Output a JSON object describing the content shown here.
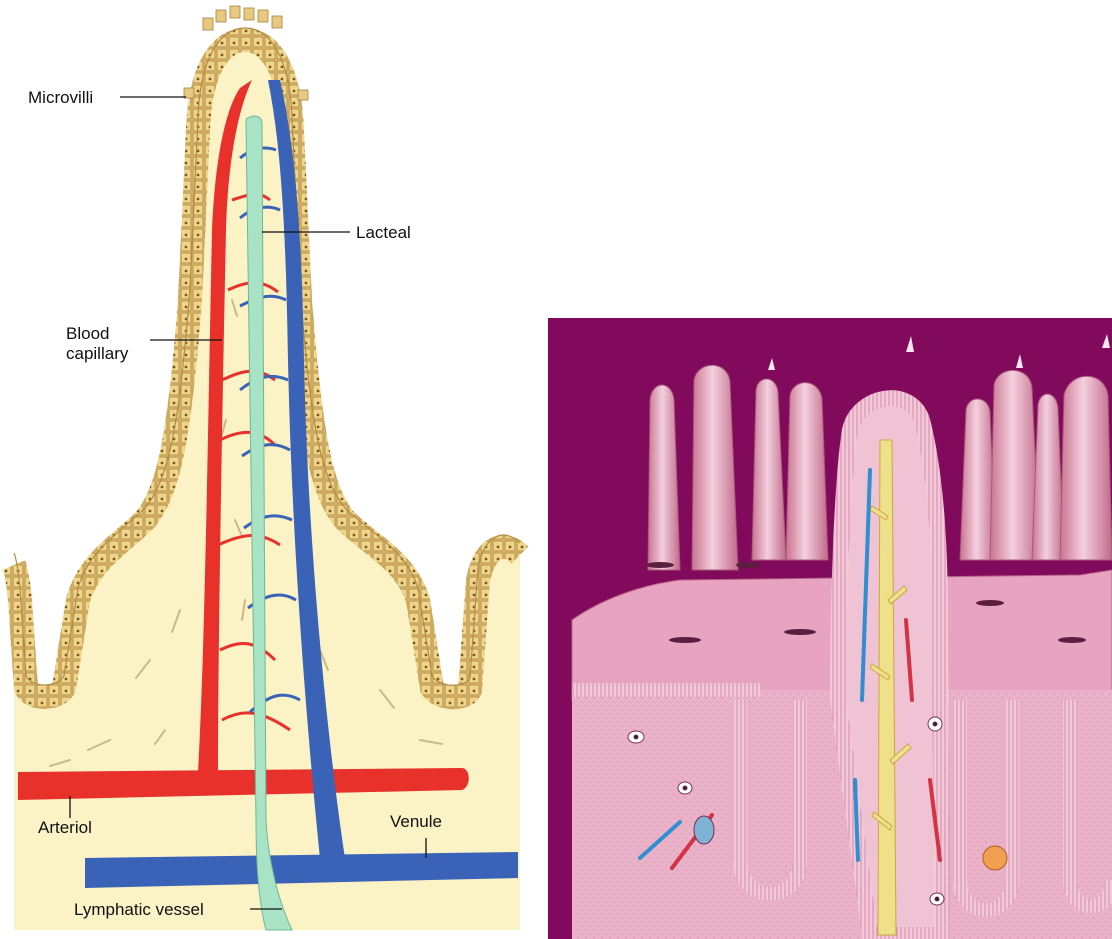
{
  "labels": {
    "microvilli": "Microvilli",
    "lacteal": "Lacteal",
    "blood_capillary_line1": "Blood",
    "blood_capillary_line2": "capillary",
    "arteriol": "Arteriol",
    "venule": "Venule",
    "lymphatic_vessel": "Lymphatic vessel"
  },
  "colors": {
    "epithelium": "#d9b46a",
    "epithelium_cell": "#f0d48a",
    "lamina_propria": "#fbf2c6",
    "arteriole": "#e8312a",
    "venule": "#3a63b8",
    "lacteal": "#a8e3c6",
    "photo_background": "#820a5c",
    "villus_tissue": "#e9a8c2",
    "villus_highlight": "#f6d2e0",
    "central_lacteal": "#efe08a"
  }
}
